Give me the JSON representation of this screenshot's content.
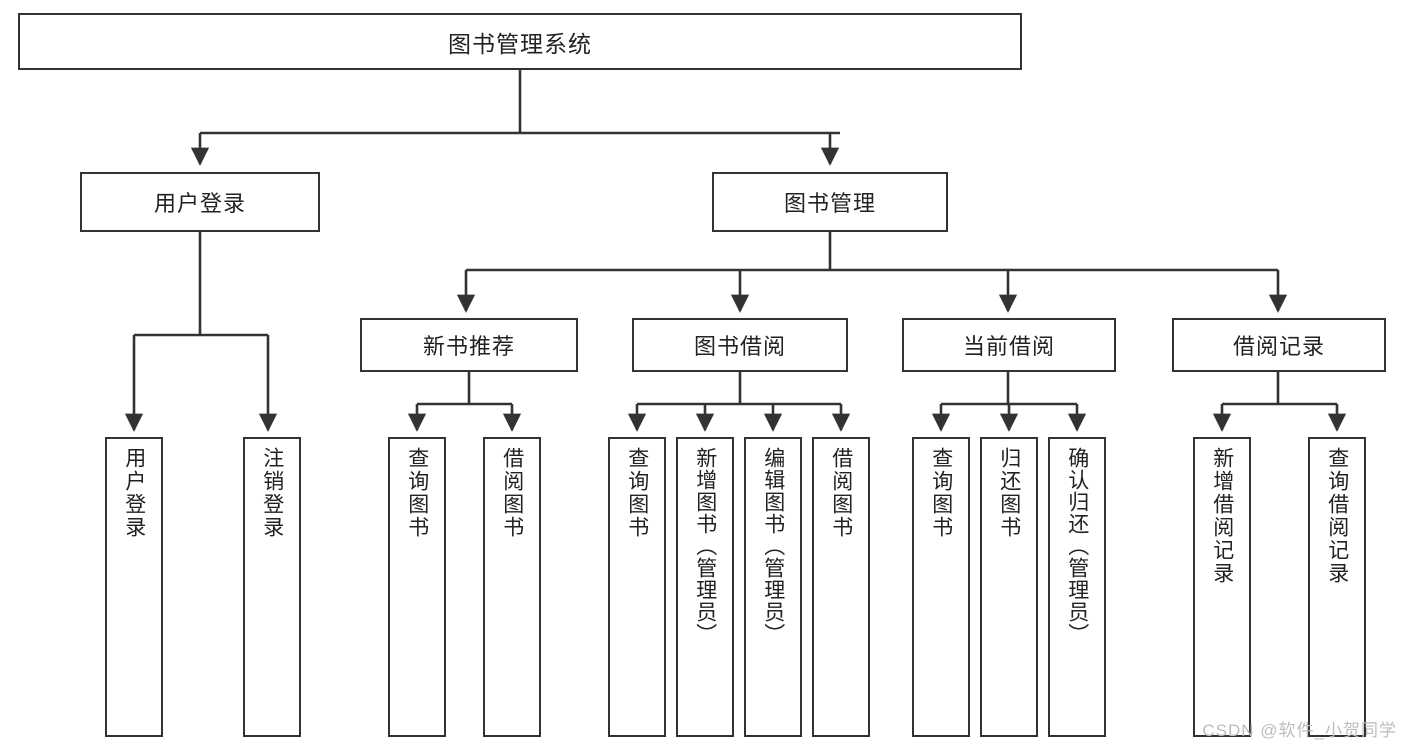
{
  "diagram": {
    "title": "图书管理系统",
    "type": "tree",
    "colors": {
      "box_border": "#333333",
      "box_fill": "#ffffff",
      "line": "#333333",
      "text": "#222222",
      "watermark": "#bdbdbd",
      "background": "#ffffff"
    },
    "root": {
      "label": "图书管理系统"
    },
    "level2": [
      {
        "label": "用户登录"
      },
      {
        "label": "图书管理"
      }
    ],
    "level3": [
      {
        "label": "新书推荐"
      },
      {
        "label": "图书借阅"
      },
      {
        "label": "当前借阅"
      },
      {
        "label": "借阅记录"
      }
    ],
    "leaves": [
      {
        "label": "用户登录",
        "parent": "用户登录"
      },
      {
        "label": "注销登录",
        "parent": "用户登录"
      },
      {
        "label": "查询图书",
        "parent": "新书推荐"
      },
      {
        "label": "借阅图书",
        "parent": "新书推荐"
      },
      {
        "label": "查询图书",
        "parent": "图书借阅"
      },
      {
        "label": "新增图书（管理员）",
        "parent": "图书借阅"
      },
      {
        "label": "编辑图书（管理员）",
        "parent": "图书借阅"
      },
      {
        "label": "借阅图书",
        "parent": "图书借阅"
      },
      {
        "label": "查询图书",
        "parent": "当前借阅"
      },
      {
        "label": "归还图书",
        "parent": "当前借阅"
      },
      {
        "label": "确认归还（管理员）",
        "parent": "当前借阅"
      },
      {
        "label": "新增借阅记录",
        "parent": "借阅记录"
      },
      {
        "label": "查询借阅记录",
        "parent": "借阅记录"
      }
    ]
  },
  "watermark": {
    "text": "CSDN @软件_小贺同学"
  }
}
